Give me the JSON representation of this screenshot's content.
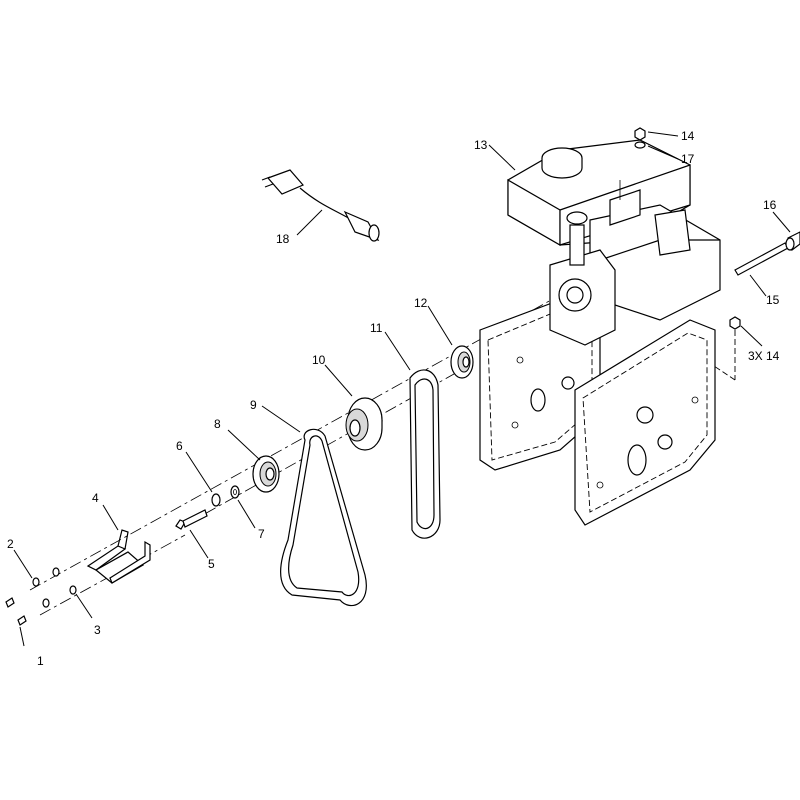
{
  "diagram": {
    "callouts": [
      {
        "id": "c1",
        "label": "1"
      },
      {
        "id": "c2",
        "label": "2"
      },
      {
        "id": "c3",
        "label": "3"
      },
      {
        "id": "c4",
        "label": "4"
      },
      {
        "id": "c5",
        "label": "5"
      },
      {
        "id": "c6",
        "label": "6"
      },
      {
        "id": "c7",
        "label": "7"
      },
      {
        "id": "c8",
        "label": "8"
      },
      {
        "id": "c9",
        "label": "9"
      },
      {
        "id": "c10",
        "label": "10"
      },
      {
        "id": "c11",
        "label": "11"
      },
      {
        "id": "c12",
        "label": "12"
      },
      {
        "id": "c13",
        "label": "13"
      },
      {
        "id": "c14",
        "label": "14"
      },
      {
        "id": "c15",
        "label": "15"
      },
      {
        "id": "c16",
        "label": "16"
      },
      {
        "id": "c17",
        "label": "17"
      },
      {
        "id": "c18",
        "label": "18"
      },
      {
        "id": "c19",
        "label": "3X 14"
      }
    ]
  }
}
